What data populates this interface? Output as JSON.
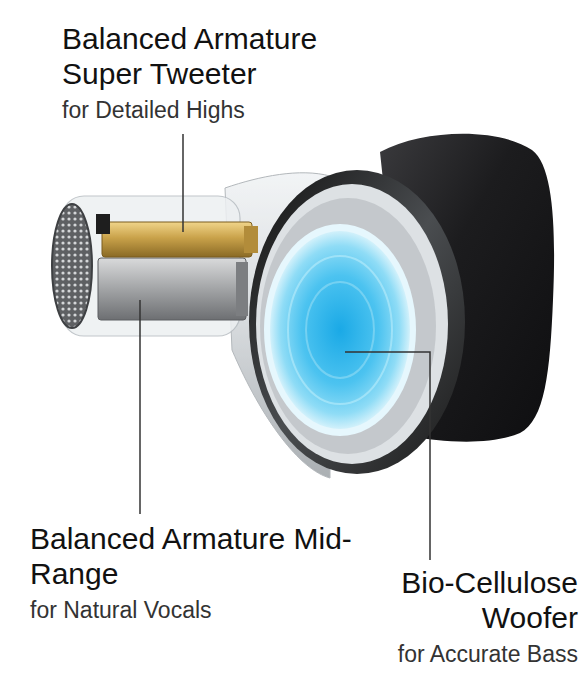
{
  "diagram": {
    "labels": [
      "Balanced Armature Super Tweeter",
      "for Detailed Highs",
      "Balanced Armature Mid-Range",
      "for Natural Vocals",
      "Bio-Cellulose Woofer",
      "for Accurate Bass"
    ]
  }
}
